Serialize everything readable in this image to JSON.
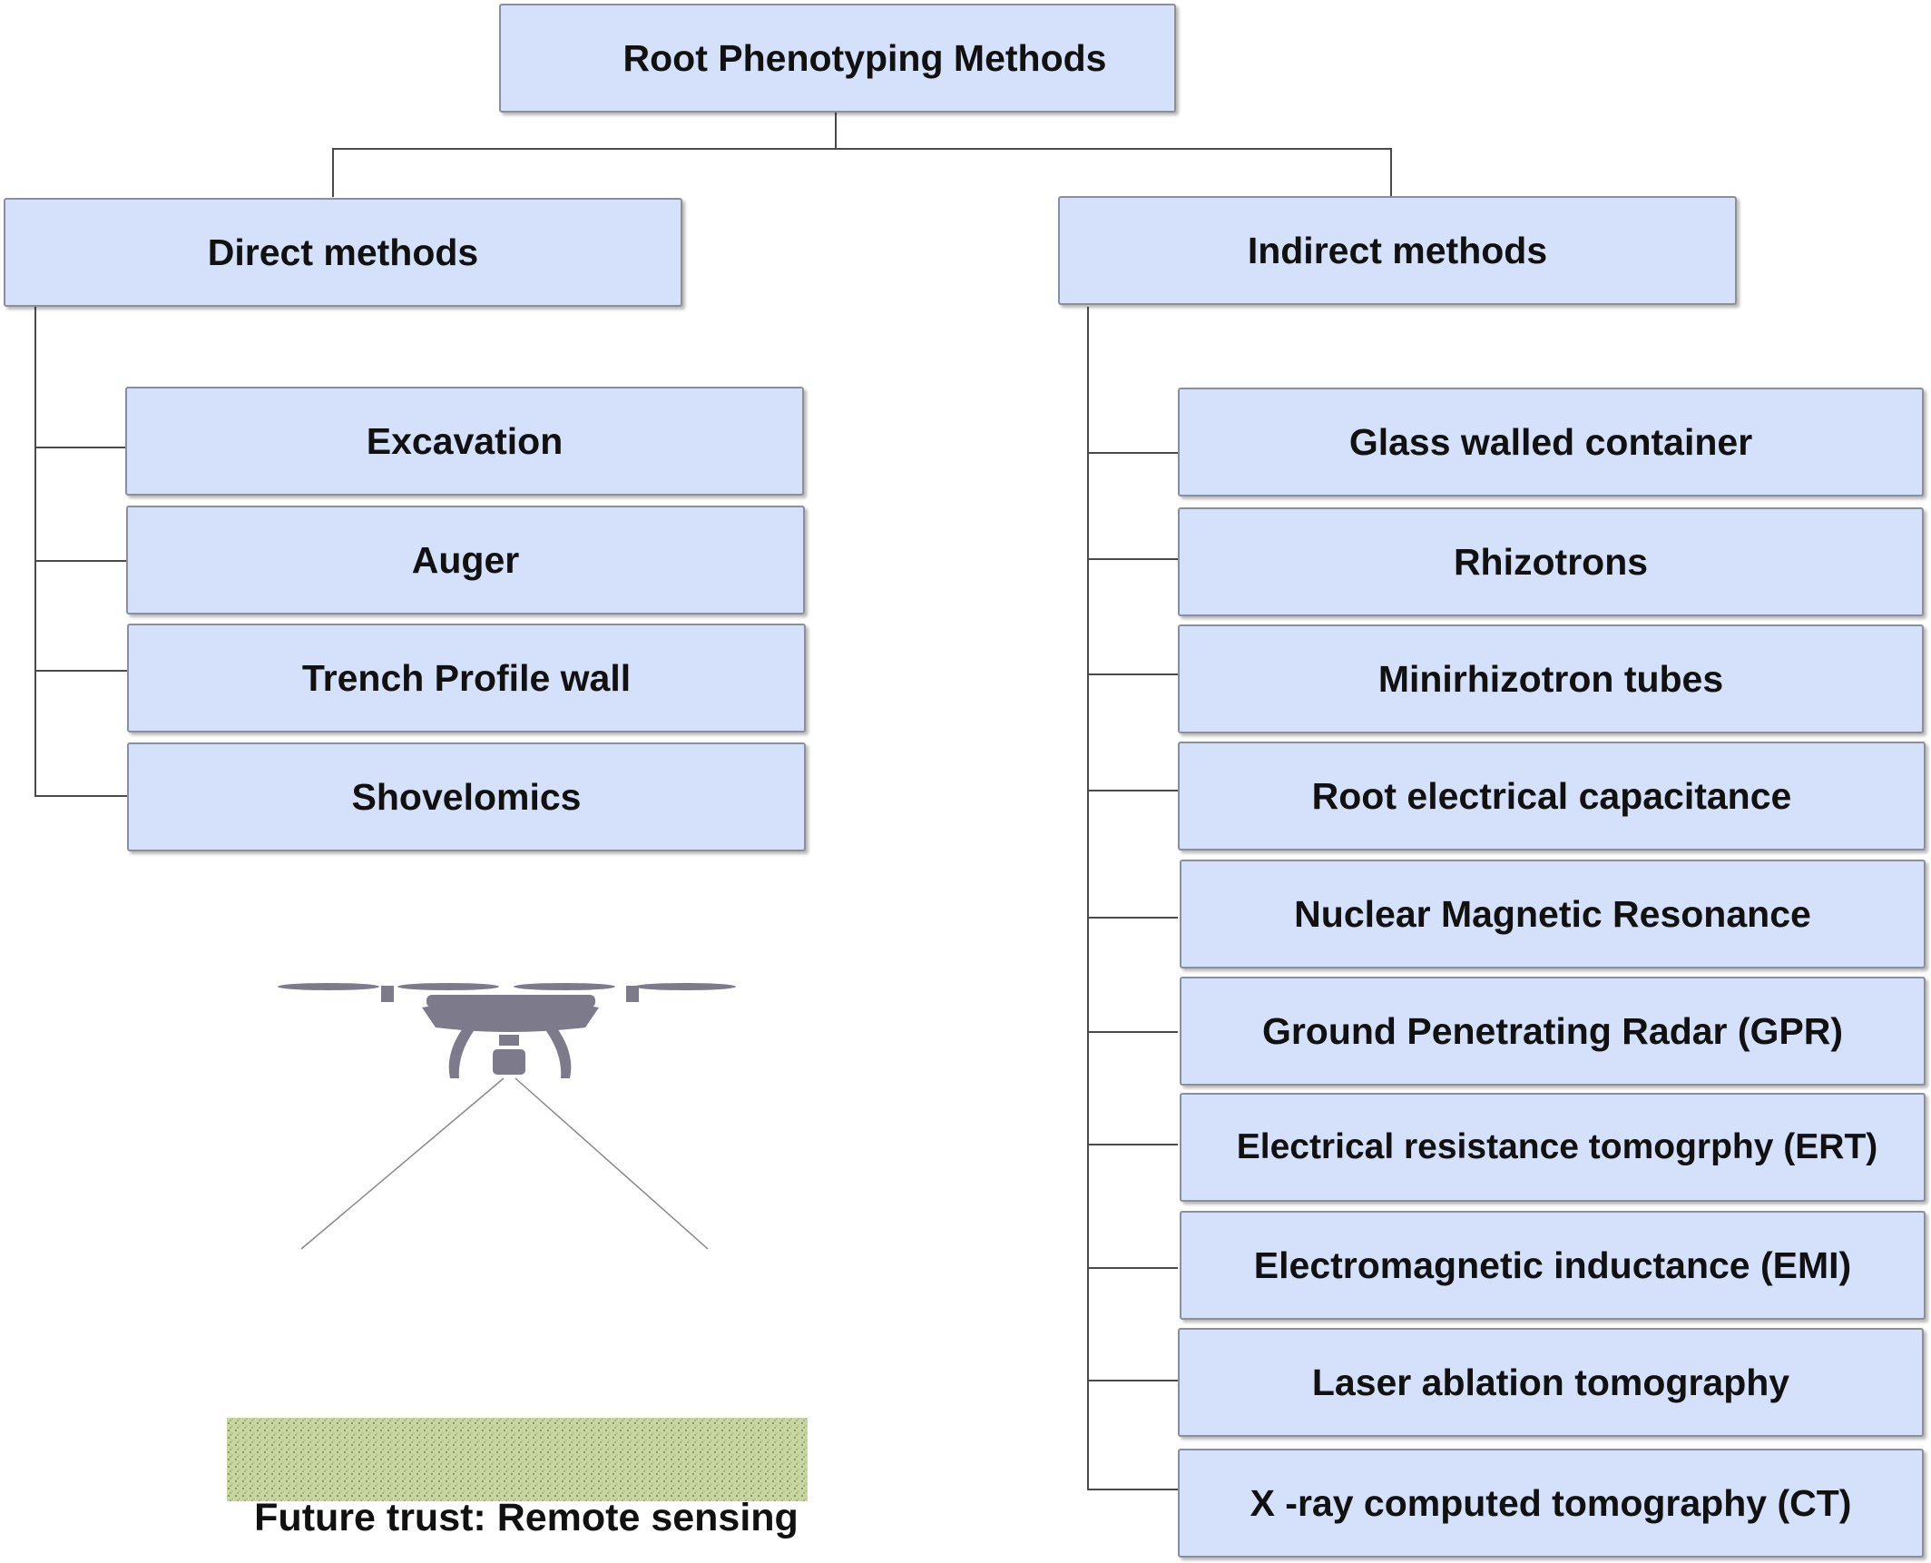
{
  "root": {
    "label": "Root Phenotyping Methods"
  },
  "direct": {
    "label": "Direct methods",
    "items": [
      "Excavation",
      "Auger",
      "Trench Profile wall",
      "Shovelomics"
    ]
  },
  "indirect": {
    "label": "Indirect methods",
    "items": [
      "Glass walled container",
      "Rhizotrons",
      "Minirhizotron tubes",
      "Root electrical capacitance",
      "Nuclear Magnetic Resonance",
      "Ground Penetrating Radar (GPR)",
      "Electrical resistance tomogrphy (ERT)",
      "Electromagnetic inductance (EMI)",
      "Laser ablation tomography",
      "X -ray computed tomography (CT)"
    ]
  },
  "illustration": {
    "caption": "Future trust: Remote sensing",
    "icons": [
      "drone-icon",
      "wheat-plant-icon",
      "soil-strip"
    ]
  },
  "colors": {
    "box_fill": "#d5e1fa",
    "box_border": "#8a8f9a",
    "connector": "#4a4a4a"
  }
}
